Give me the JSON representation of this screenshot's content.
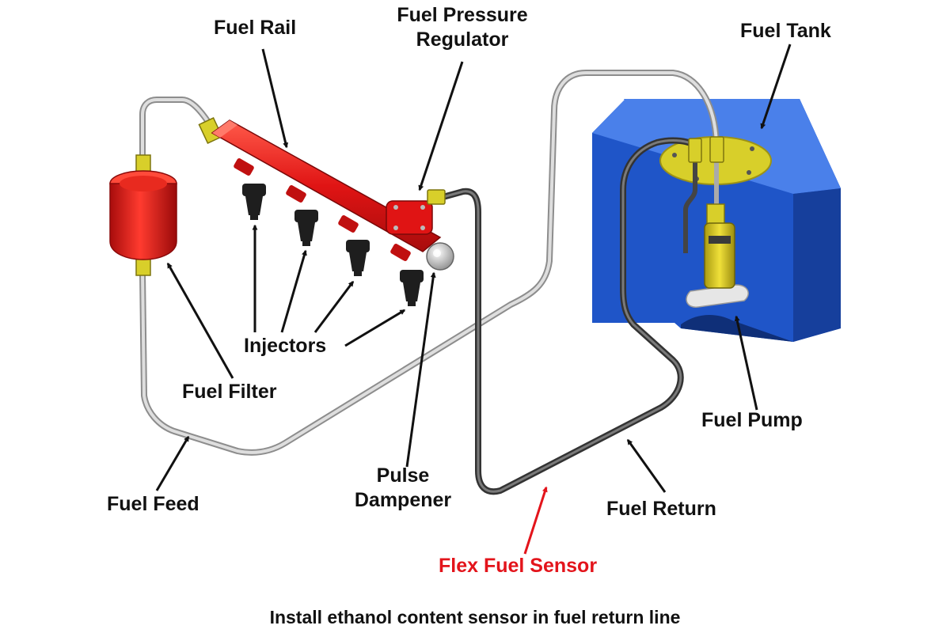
{
  "labels": {
    "fuel_rail": "Fuel Rail",
    "fuel_pressure_regulator_line1": "Fuel Pressure",
    "fuel_pressure_regulator_line2": "Regulator",
    "fuel_tank": "Fuel Tank",
    "injectors": "Injectors",
    "fuel_filter": "Fuel Filter",
    "fuel_pump": "Fuel Pump",
    "pulse_dampener_line1": "Pulse",
    "pulse_dampener_line2": "Dampener",
    "fuel_feed": "Fuel Feed",
    "fuel_return": "Fuel Return",
    "flex_fuel_sensor": "Flex Fuel Sensor"
  },
  "caption": "Install ethanol content sensor in fuel return line",
  "colors": {
    "rail": "#e01414",
    "filter": "#d41212",
    "tank": "#1f55c8",
    "feed_line": "#c9c9c9",
    "return_line": "#555555",
    "fitting": "#d8cf2a",
    "injector": "#222222",
    "sensor_label": "#e3141b",
    "arrow": "#111111"
  },
  "icons": [
    "fuel-rail-icon",
    "fuel-filter-icon",
    "fuel-tank-icon",
    "fuel-pump-icon",
    "injector-icon",
    "pressure-regulator-icon",
    "pulse-dampener-icon"
  ]
}
